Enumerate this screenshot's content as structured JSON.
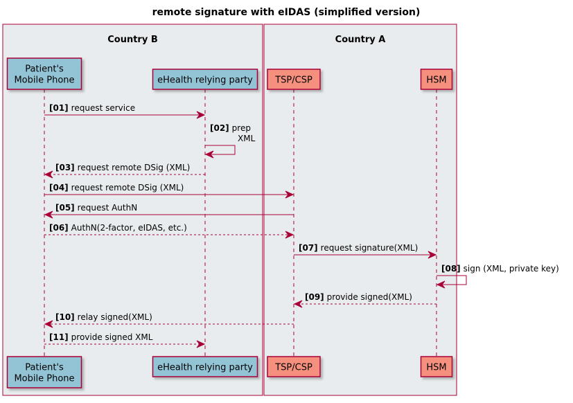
{
  "title": "remote signature with eIDAS (simplified version)",
  "colors": {
    "frame": "#A80036",
    "box_fill": "#E8ECEE",
    "country_b_participant": "#93C4D6",
    "country_a_participant": "#F6907E",
    "arrow": "#A80036"
  },
  "boxes": [
    {
      "id": "country_b",
      "title": "Country B"
    },
    {
      "id": "country_a",
      "title": "Country A"
    }
  ],
  "participants": [
    {
      "id": "phone",
      "lines": [
        "Patient's",
        "Mobile Phone"
      ],
      "box": "country_b"
    },
    {
      "id": "rp",
      "lines": [
        "eHealth relying party"
      ],
      "box": "country_b"
    },
    {
      "id": "tsp",
      "lines": [
        "TSP/CSP"
      ],
      "box": "country_a"
    },
    {
      "id": "hsm",
      "lines": [
        "HSM"
      ],
      "box": "country_a"
    }
  ],
  "messages": [
    {
      "num": "[01]",
      "lines": [
        "request service"
      ],
      "from": "phone",
      "to": "rp",
      "style": "solid"
    },
    {
      "num": "[02]",
      "lines": [
        "prep",
        "XML"
      ],
      "from": "rp",
      "to": "rp",
      "style": "solid"
    },
    {
      "num": "[03]",
      "lines": [
        "request remote DSig (XML)"
      ],
      "from": "rp",
      "to": "phone",
      "style": "dashed"
    },
    {
      "num": "[04]",
      "lines": [
        "request remote DSig (XML)"
      ],
      "from": "phone",
      "to": "tsp",
      "style": "solid"
    },
    {
      "num": "[05]",
      "lines": [
        "request AuthN"
      ],
      "from": "tsp",
      "to": "phone",
      "style": "solid"
    },
    {
      "num": "[06]",
      "lines": [
        "AuthN(2-factor, eIDAS, etc.)"
      ],
      "from": "phone",
      "to": "tsp",
      "style": "dashed"
    },
    {
      "num": "[07]",
      "lines": [
        "request signature(XML)"
      ],
      "from": "tsp",
      "to": "hsm",
      "style": "solid"
    },
    {
      "num": "[08]",
      "lines": [
        "sign (XML, private key)"
      ],
      "from": "hsm",
      "to": "hsm",
      "style": "solid"
    },
    {
      "num": "[09]",
      "lines": [
        "provide signed(XML)"
      ],
      "from": "hsm",
      "to": "tsp",
      "style": "dashed"
    },
    {
      "num": "[10]",
      "lines": [
        "relay signed(XML)"
      ],
      "from": "tsp",
      "to": "phone",
      "style": "dashed"
    },
    {
      "num": "[11]",
      "lines": [
        "provide signed XML"
      ],
      "from": "phone",
      "to": "rp",
      "style": "dashed"
    }
  ]
}
